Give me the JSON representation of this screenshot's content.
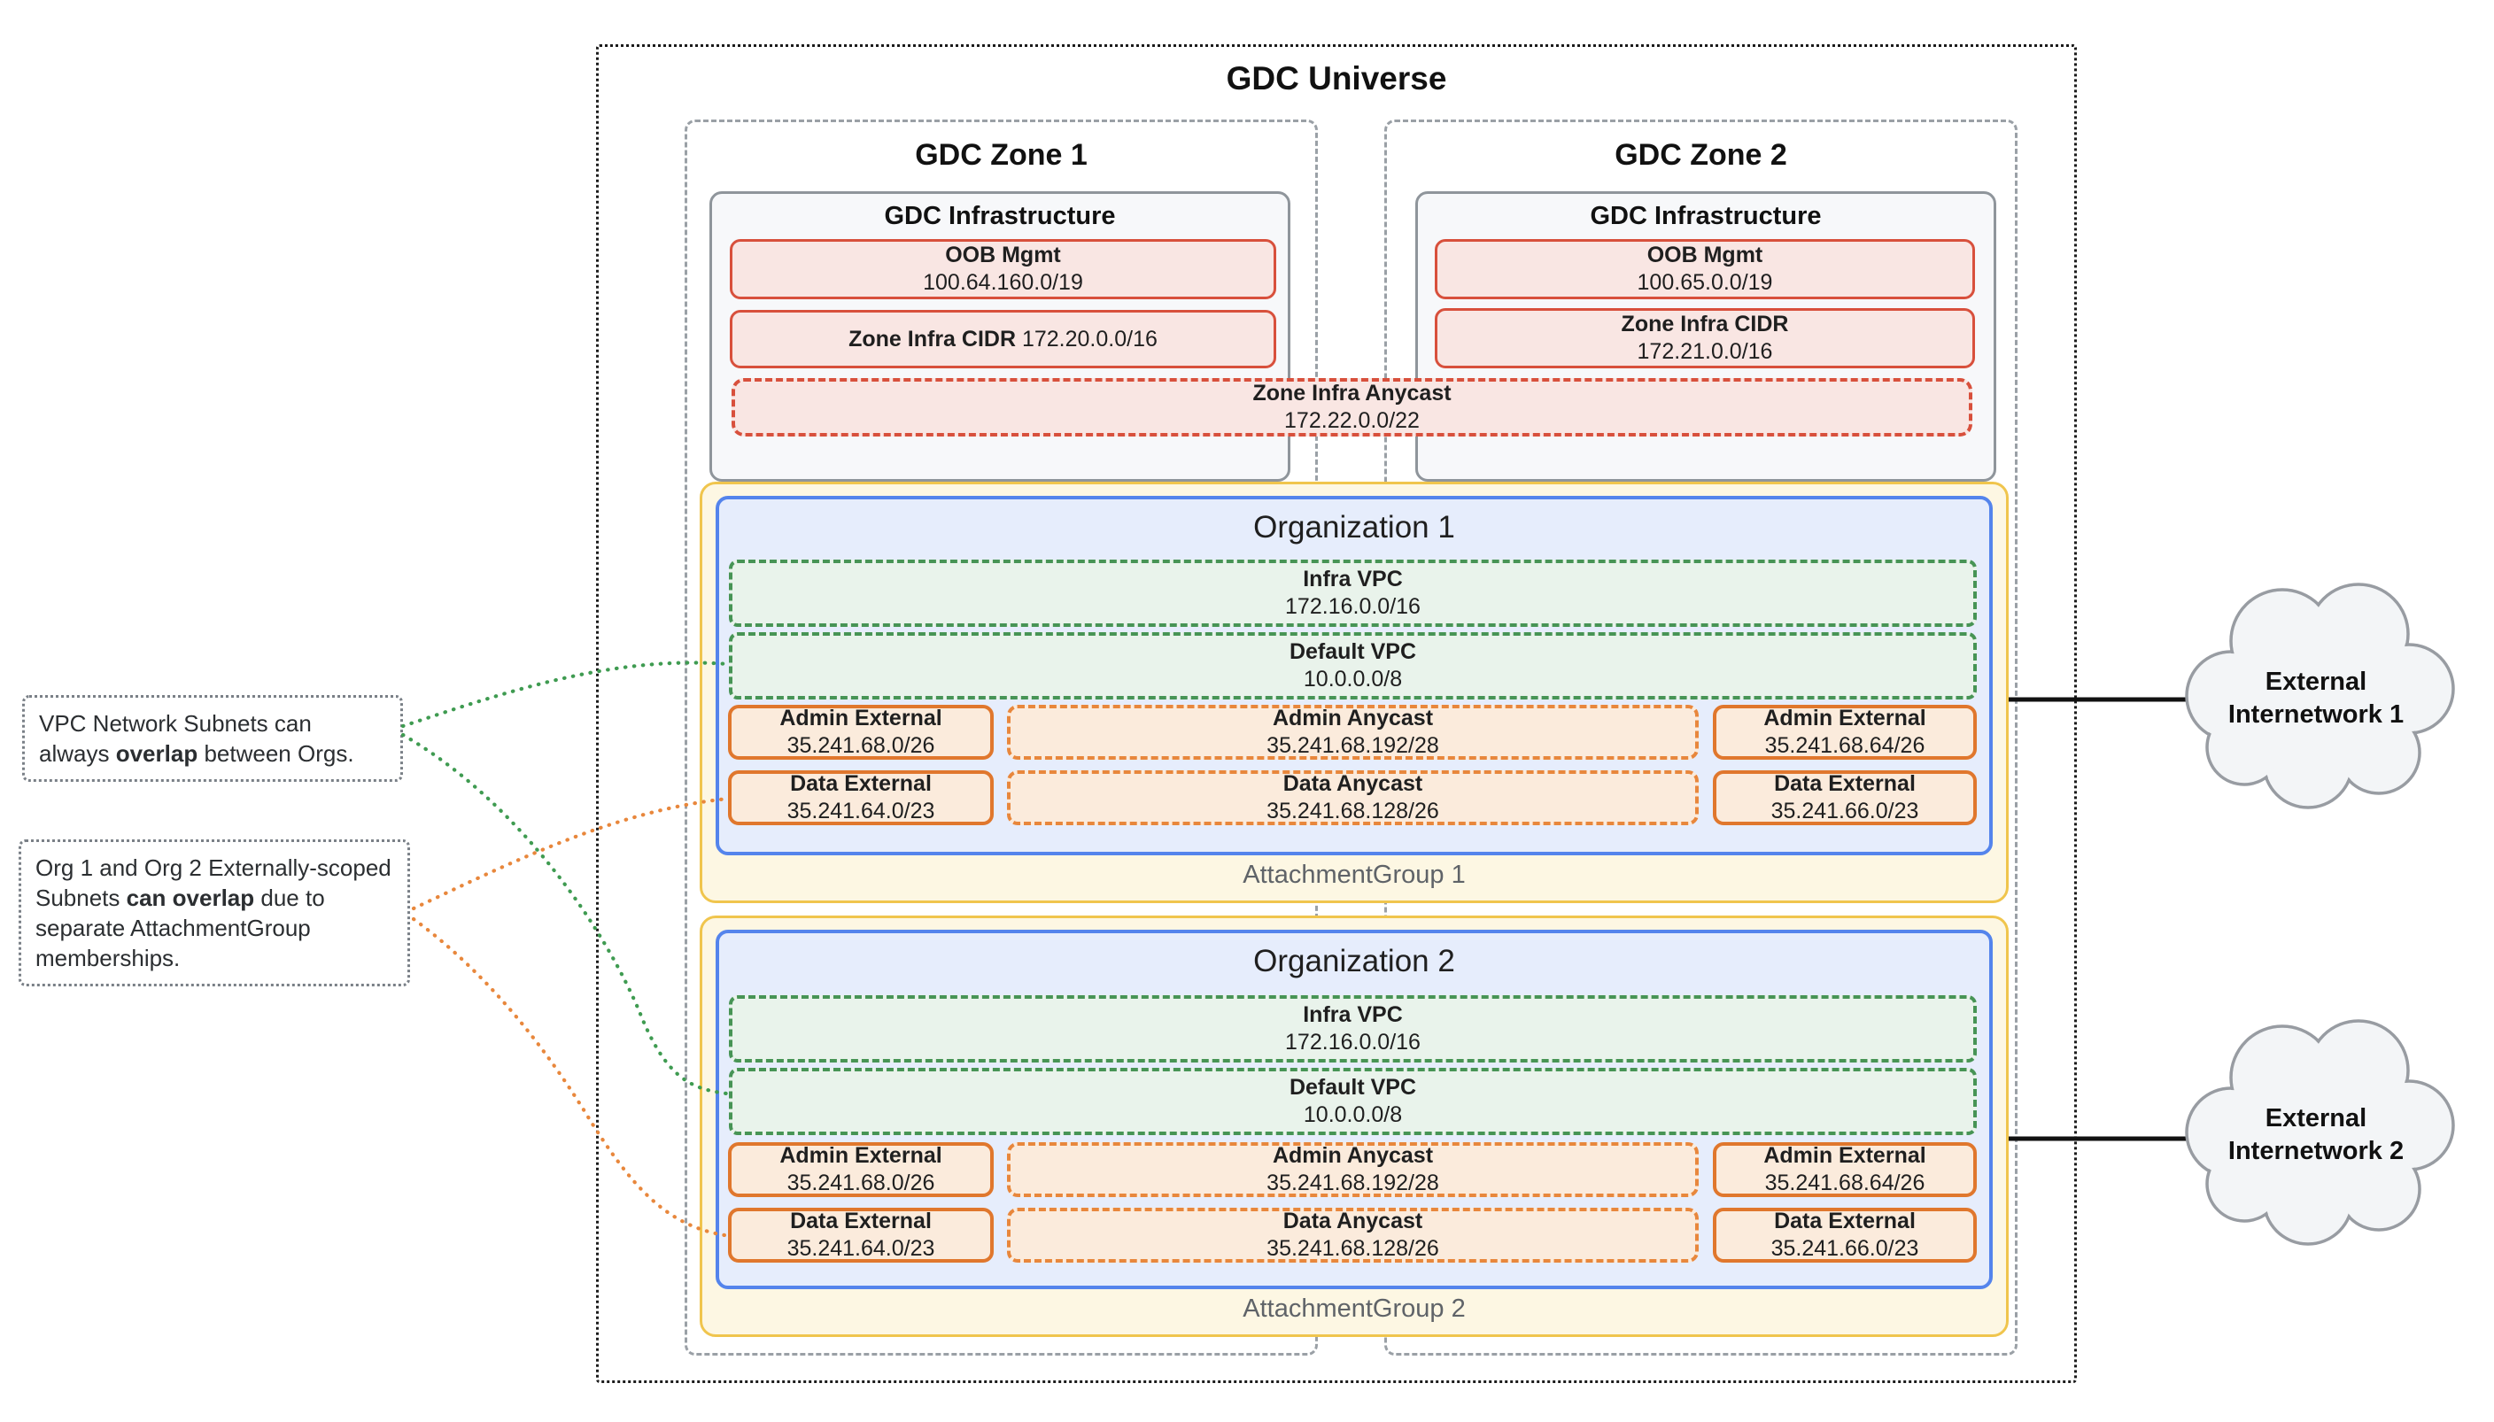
{
  "title": "GDC Universe",
  "zones": [
    {
      "title": "GDC Zone 1",
      "infra_title": "GDC Infrastructure",
      "oob": {
        "label": "OOB Mgmt",
        "cidr": "100.64.160.0/19"
      },
      "zone_infra_cidr": {
        "label": "Zone Infra CIDR",
        "cidr": "172.20.0.0/16"
      }
    },
    {
      "title": "GDC Zone 2",
      "infra_title": "GDC Infrastructure",
      "oob": {
        "label": "OOB Mgmt",
        "cidr": "100.65.0.0/19"
      },
      "zone_infra_cidr": {
        "label": "Zone Infra CIDR",
        "cidr": "172.21.0.0/16"
      }
    }
  ],
  "zone_infra_anycast": {
    "label": "Zone Infra Anycast",
    "cidr": "172.22.0.0/22"
  },
  "organizations": [
    {
      "title": "Organization 1",
      "attachment_group": "AttachmentGroup 1",
      "infra_vpc": {
        "label": "Infra VPC",
        "cidr": "172.16.0.0/16"
      },
      "default_vpc": {
        "label": "Default VPC",
        "cidr": "10.0.0.0/8"
      },
      "subnets": {
        "admin_external_left": {
          "label": "Admin External",
          "cidr": "35.241.68.0/26"
        },
        "admin_anycast": {
          "label": "Admin Anycast",
          "cidr": "35.241.68.192/28"
        },
        "admin_external_right": {
          "label": "Admin External",
          "cidr": "35.241.68.64/26"
        },
        "data_external_left": {
          "label": "Data External",
          "cidr": "35.241.64.0/23"
        },
        "data_anycast": {
          "label": "Data Anycast",
          "cidr": "35.241.68.128/26"
        },
        "data_external_right": {
          "label": "Data External",
          "cidr": "35.241.66.0/23"
        }
      }
    },
    {
      "title": "Organization 2",
      "attachment_group": "AttachmentGroup 2",
      "infra_vpc": {
        "label": "Infra VPC",
        "cidr": "172.16.0.0/16"
      },
      "default_vpc": {
        "label": "Default VPC",
        "cidr": "10.0.0.0/8"
      },
      "subnets": {
        "admin_external_left": {
          "label": "Admin External",
          "cidr": "35.241.68.0/26"
        },
        "admin_anycast": {
          "label": "Admin Anycast",
          "cidr": "35.241.68.192/28"
        },
        "admin_external_right": {
          "label": "Admin External",
          "cidr": "35.241.68.64/26"
        },
        "data_external_left": {
          "label": "Data External",
          "cidr": "35.241.64.0/23"
        },
        "data_anycast": {
          "label": "Data Anycast",
          "cidr": "35.241.68.128/26"
        },
        "data_external_right": {
          "label": "Data External",
          "cidr": "35.241.66.0/23"
        }
      }
    }
  ],
  "annotations": [
    {
      "pre": "VPC Network Subnets can always",
      "bold": "overlap",
      "post": "between Orgs."
    },
    {
      "pre": "Org 1 and Org 2 Externally-scoped Subnets",
      "bold": "can overlap",
      "post": "due to separate AttachmentGroup memberships."
    }
  ],
  "external_networks": [
    {
      "label": "External Internetwork 1"
    },
    {
      "label": "External Internetwork 2"
    }
  ],
  "colors": {
    "universe_border": "#1b1b1b",
    "zone_border": "#9AA0A6",
    "infra_fill": "#F7F8FA",
    "red_border": "#D8503C",
    "red_fill": "#F9E6E3",
    "green_border": "#479455",
    "green_fill": "#E9F3EB",
    "orange_border": "#E0772D",
    "orange_fill": "#FBEBDC",
    "blue_border": "#5484EC",
    "blue_fill": "#E6EDFC",
    "yellow_border": "#F0C54D",
    "yellow_fill": "#FDF7E3",
    "connector_green": "#3F9B51",
    "connector_orange": "#E8873C"
  }
}
